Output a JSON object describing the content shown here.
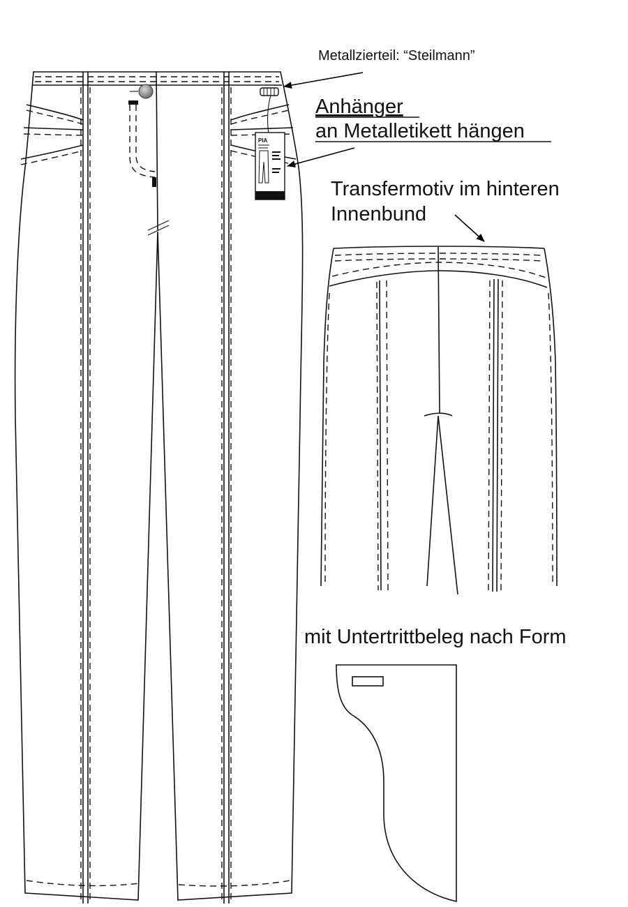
{
  "annotations": {
    "metal_trim": "Metallzierteil: “Steilmann”",
    "hangtag_line1": "Anhänger",
    "hangtag_line2": "an Metalletikett hängen",
    "transfer_line1": "Transfermotiv im hinteren",
    "transfer_line2": "Innenbund",
    "facing": "mit Untertrittbeleg nach Form"
  },
  "hangtag": {
    "brand": "PIA"
  },
  "colors": {
    "line": "#111111",
    "background": "#ffffff",
    "button": "#8a8a8a"
  }
}
